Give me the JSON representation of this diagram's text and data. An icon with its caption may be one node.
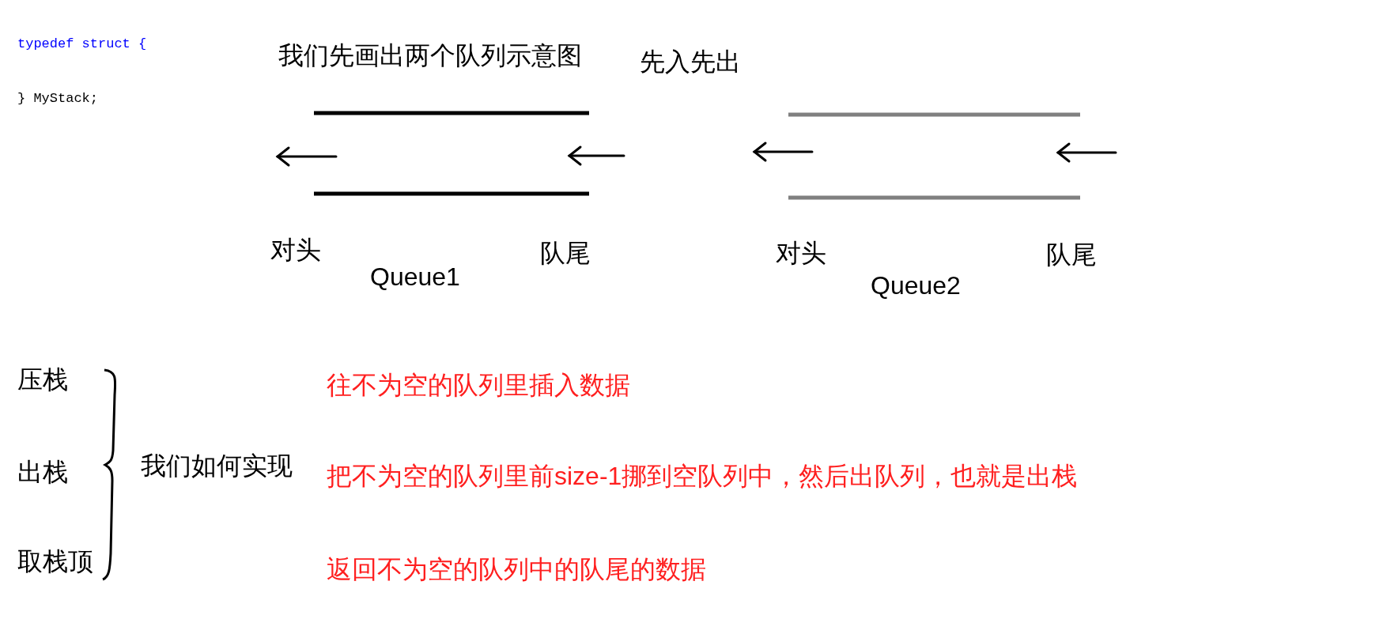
{
  "diagram": {
    "title": "我们先画出两个队列示意图",
    "labels": [
      "typedef struct {",
      "} MyStack;",
      "先入先出",
      "对头",
      "队尾",
      "对头",
      "队尾",
      "Queue1",
      "Queue2",
      "压栈",
      "往不为空的队列里插入数据",
      "出栈",
      "我们如何实现",
      "把不为空的队列里前size-1挪到空队列中，然后出队列，也就是出栈",
      "取栈顶",
      "返回不为空的队列中的队尾的数据"
    ]
  }
}
